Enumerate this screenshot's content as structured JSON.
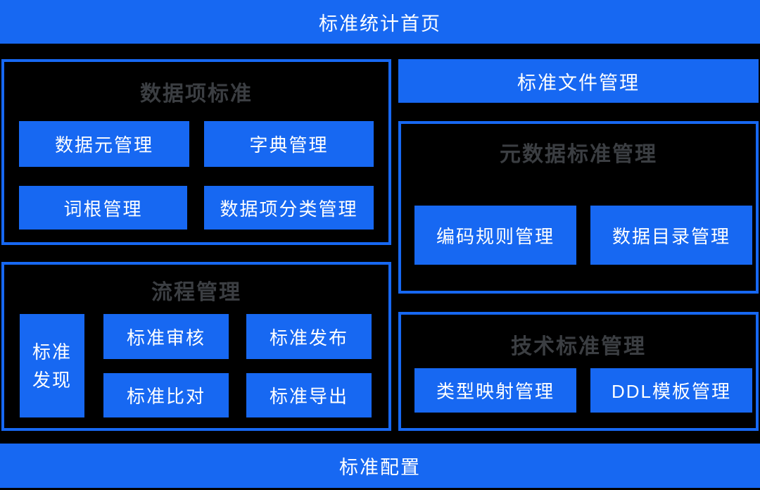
{
  "colors": {
    "accent_blue": "#1768F2",
    "background": "#000000",
    "panel_title_text": "#3B3E42",
    "button_text": "#FFFFFF"
  },
  "top_bar": {
    "label": "标准统计首页"
  },
  "bottom_bar": {
    "label": "标准配置"
  },
  "left_column": {
    "panels": [
      {
        "title": "数据项标准",
        "buttons": [
          "数据元管理",
          "字典管理",
          "词根管理",
          "数据项分类管理"
        ]
      },
      {
        "title": "流程管理",
        "side_button": "标准发现",
        "buttons": [
          "标准审核",
          "标准发布",
          "标准比对",
          "标准导出"
        ]
      }
    ]
  },
  "right_column": {
    "bar": {
      "label": "标准文件管理"
    },
    "panels": [
      {
        "title": "元数据标准管理",
        "buttons": [
          "编码规则管理",
          "数据目录管理"
        ]
      },
      {
        "title": "技术标准管理",
        "buttons": [
          "类型映射管理",
          "DDL模板管理"
        ]
      }
    ]
  }
}
